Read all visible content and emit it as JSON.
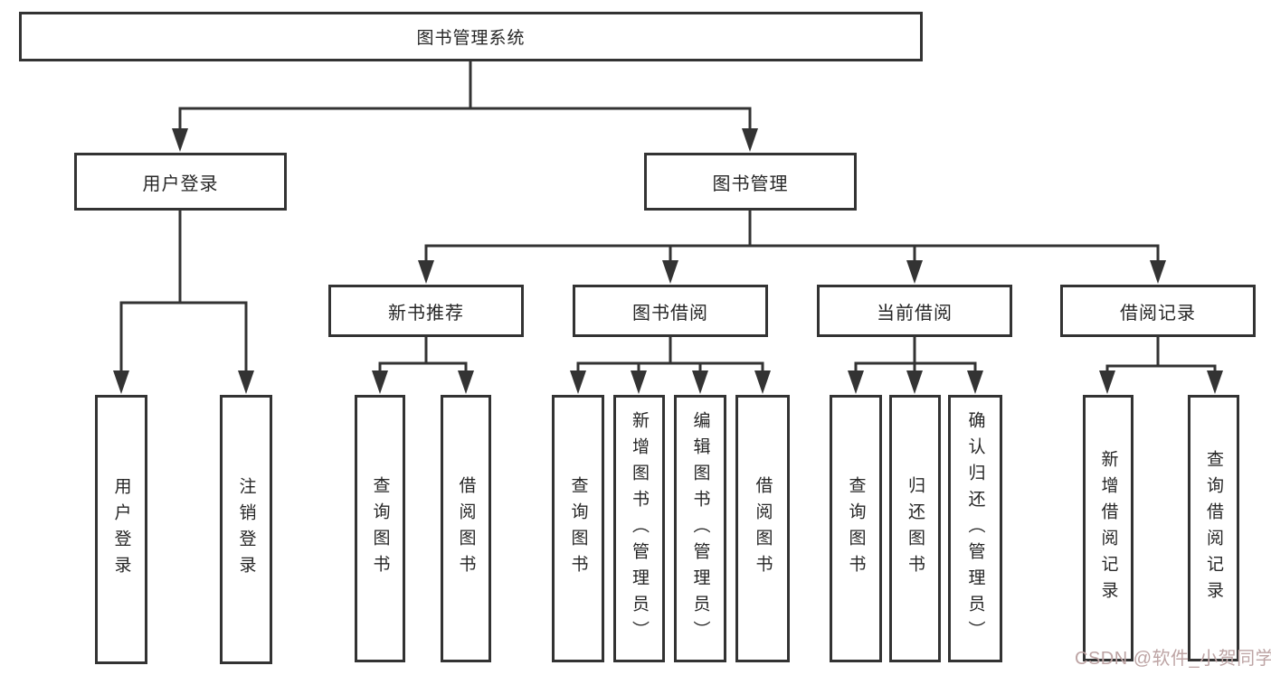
{
  "colors": {
    "line": "#333333",
    "text": "#262626",
    "background": "#ffffff",
    "watermark": "#bda4a4"
  },
  "watermark": {
    "text": "CSDN @软件_小贺同学"
  },
  "diagram": {
    "root": {
      "label": "图书管理系统"
    },
    "level2": [
      {
        "label": "用户登录"
      },
      {
        "label": "图书管理"
      }
    ],
    "level3": [
      {
        "label": "新书推荐",
        "parent": "图书管理"
      },
      {
        "label": "图书借阅",
        "parent": "图书管理"
      },
      {
        "label": "当前借阅",
        "parent": "图书管理"
      },
      {
        "label": "借阅记录",
        "parent": "图书管理"
      }
    ],
    "leaves": [
      {
        "label": "用户登录",
        "parent": "用户登录"
      },
      {
        "label": "注销登录",
        "parent": "用户登录"
      },
      {
        "label": "查询图书",
        "parent": "新书推荐"
      },
      {
        "label": "借阅图书",
        "parent": "新书推荐"
      },
      {
        "label": "查询图书",
        "parent": "图书借阅"
      },
      {
        "label": "新增图书（管理员）",
        "parent": "图书借阅"
      },
      {
        "label": "编辑图书（管理员）",
        "parent": "图书借阅"
      },
      {
        "label": "借阅图书",
        "parent": "图书借阅"
      },
      {
        "label": "查询图书",
        "parent": "当前借阅"
      },
      {
        "label": "归还图书",
        "parent": "当前借阅"
      },
      {
        "label": "确认归还（管理员）",
        "parent": "当前借阅"
      },
      {
        "label": "新增借阅记录",
        "parent": "借阅记录"
      },
      {
        "label": "查询借阅记录",
        "parent": "借阅记录"
      }
    ]
  }
}
